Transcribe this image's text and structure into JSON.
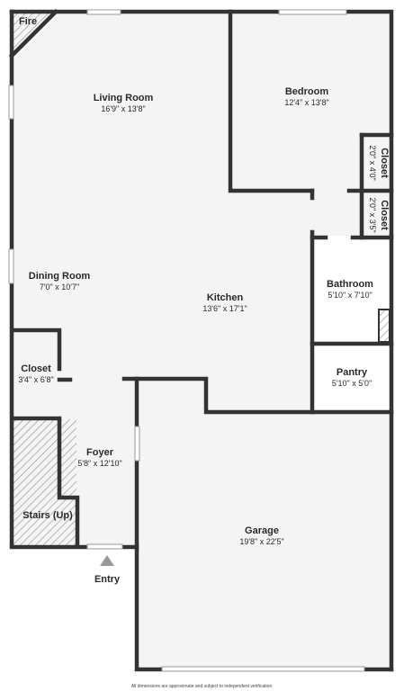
{
  "colors": {
    "floor": "#f4f4f4",
    "wall": "#333333",
    "hatch": "#9a9a9a",
    "text": "#2a2a2a"
  },
  "rooms": {
    "fire": {
      "name": "Fire"
    },
    "living": {
      "name": "Living Room",
      "dims": "16'9\" x 13'8\""
    },
    "bedroom": {
      "name": "Bedroom",
      "dims": "12'4\" x 13'8\""
    },
    "closet1": {
      "name": "Closet",
      "dims": "2'0\" x 4'0\""
    },
    "closet2": {
      "name": "Closet",
      "dims": "2'0\" x 3'5\""
    },
    "dining": {
      "name": "Dining Room",
      "dims": "7'0\" x 10'7\""
    },
    "kitchen": {
      "name": "Kitchen",
      "dims": "13'6\" x 17'1\""
    },
    "bathroom": {
      "name": "Bathroom",
      "dims": "5'10\" x 7'10\""
    },
    "closet3": {
      "name": "Closet",
      "dims": "3'4\" x 6'8\""
    },
    "pantry": {
      "name": "Pantry",
      "dims": "5'10\" x 5'0\""
    },
    "foyer": {
      "name": "Foyer",
      "dims": "5'8\" x 12'10\""
    },
    "stairs": {
      "name": "Stairs (Up)"
    },
    "garage": {
      "name": "Garage",
      "dims": "19'8\" x 22'5\""
    }
  },
  "entry": {
    "label": "Entry"
  },
  "footnote": "All dimensions are approximate and subject to independent verification"
}
